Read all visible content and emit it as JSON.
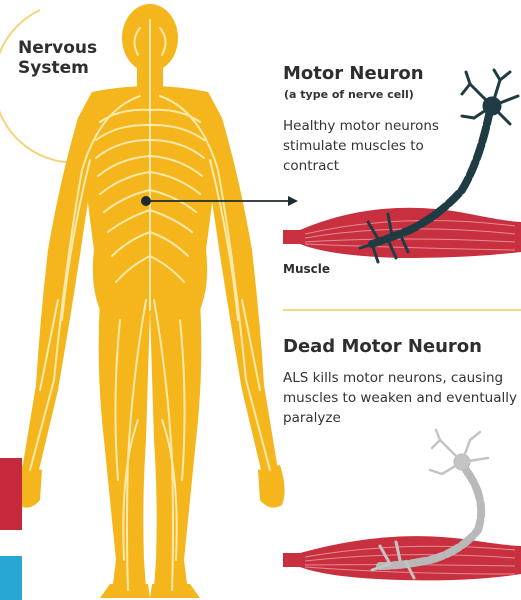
{
  "nervous_system": {
    "title": "Nervous System"
  },
  "motor_neuron": {
    "title": "Motor Neuron",
    "subtitle": "(a type of nerve cell)",
    "description": "Healthy motor neurons stimulate muscles to contract",
    "muscle_label": "Muscle"
  },
  "dead_motor_neuron": {
    "title": "Dead Motor Neuron",
    "description": "ALS kills motor neurons, causing muscles to weaken and eventually paralyze"
  },
  "colors": {
    "body": "#f5b51c",
    "nerves": "#fde9a9",
    "muscle": "#c8303f",
    "healthy_neuron": "#1f3b44",
    "dead_neuron": "#b9b9b9",
    "accent_ring": "#f3d47c",
    "swatch_red": "#c42a3c",
    "swatch_blue": "#27a8d4"
  }
}
